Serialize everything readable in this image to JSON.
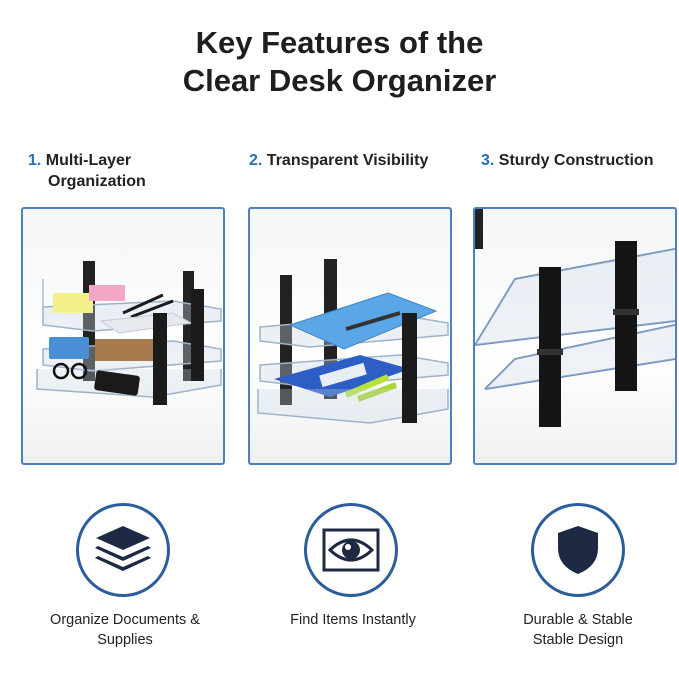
{
  "title": {
    "line1": "Key Features of the",
    "line2": "Clear Desk Organizer"
  },
  "features": [
    {
      "num": "1.",
      "label_line1": "Multi-Layer",
      "label_line2": "Organization"
    },
    {
      "num": "2.",
      "label_line1": "Transparent Visibility"
    },
    {
      "num": "3.",
      "label_line1": "Sturdy Construction"
    }
  ],
  "benefits": [
    {
      "icon": "layers-icon",
      "caption_line1": "Organize Documents &",
      "caption_line2": "Supplies"
    },
    {
      "icon": "eye-icon",
      "caption_line1": "Find Items Instantly"
    },
    {
      "icon": "shield-icon",
      "caption_line1": "Durable & Stable",
      "caption_line2": "Stable Design"
    }
  ],
  "colors": {
    "accent": "#2b5d9c",
    "number": "#2a6db3",
    "panel_border": "#4f7fbf",
    "icon_fill": "#1e2a44"
  }
}
